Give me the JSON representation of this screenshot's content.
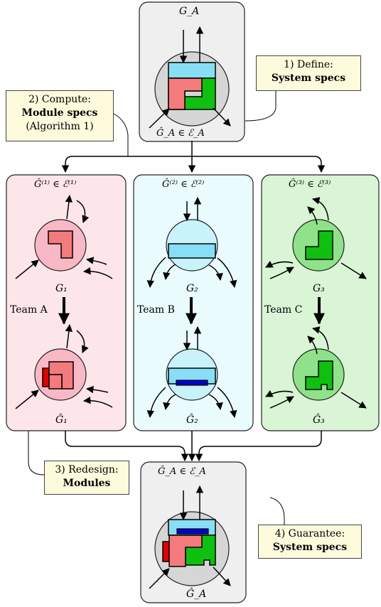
{
  "diagram": {
    "system_top": {
      "label_top": "G_A",
      "label_bottom": "Ĝ_A ∈ ℰ_A"
    },
    "system_bottom": {
      "label_top": "Ĝ_A ∈ ℰ_A",
      "label_bottom": "Ĝ_A"
    },
    "notes": {
      "define": {
        "line1": "1) Define:",
        "line2": "System specs"
      },
      "compute": {
        "line1": "2) Compute:",
        "line2": "Module specs",
        "line3": "(Algorithm 1)"
      },
      "redesign": {
        "line1": "3) Redesign:",
        "line2": "Modules"
      },
      "guarantee": {
        "line1": "4) Guarantee:",
        "line2": "System specs"
      }
    },
    "modules": [
      {
        "spec": "Ĝ⁽¹⁾ ∈ ℰ⁽¹⁾",
        "module": "G₁",
        "team": "Team A",
        "redesigned": "Ĝ₁",
        "color": "#fde6ea",
        "node_fill": "#f9b8c5",
        "shape_fill": "#f47b7b"
      },
      {
        "spec": "Ĝ⁽²⁾ ∈ ℰ⁽²⁾",
        "module": "G₂",
        "team": "Team B",
        "redesigned": "Ĝ₂",
        "color": "#eafbfe",
        "node_fill": "#c8f3fb",
        "shape_fill": "#88dff5"
      },
      {
        "spec": "Ĝ⁽³⁾ ∈ ℰ⁽³⁾",
        "module": "G₃",
        "team": "Team C",
        "redesigned": "Ĝ₃",
        "color": "#d9f5d6",
        "node_fill": "#8fe28a",
        "shape_fill": "#10c010"
      }
    ]
  },
  "colors": {
    "system_panel": "#efefef",
    "system_node": "#d6d6d6",
    "pink_block": "#f47b7b",
    "cyan_block": "#88dff5",
    "green_block": "#10c010",
    "red_block": "#e00000",
    "blue_block": "#0000d0"
  }
}
